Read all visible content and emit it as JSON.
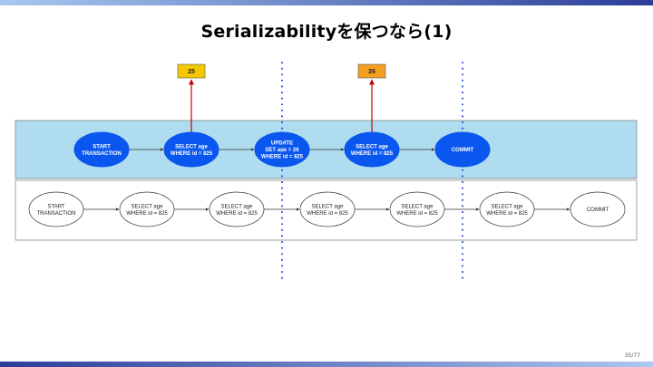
{
  "slide": {
    "title": "Serializabilityを保つなら(1)",
    "page_number": "35/77"
  },
  "colors": {
    "top_lane_fill": "#b0dcef",
    "blue_node": "#0a57f0",
    "value_box_left": "#f5c800",
    "value_box_right": "#f5a020",
    "red_arrow": "#c00000",
    "dotted_line": "#1f4fd6",
    "bar_gradient_start": "#2b3d99",
    "bar_gradient_end": "#aac8f0"
  },
  "top_lane": {
    "nodes": [
      {
        "lines": [
          "START",
          "TRANSACTION"
        ]
      },
      {
        "lines": [
          "SELECT age",
          "WHERE id = 825"
        ]
      },
      {
        "lines": [
          "UPDATE",
          "SET age = 26",
          "WHERE id = 825"
        ]
      },
      {
        "lines": [
          "SELECT age",
          "WHERE id = 825"
        ]
      },
      {
        "lines": [
          "COMMIT"
        ]
      }
    ],
    "values": [
      "25",
      "26"
    ]
  },
  "bottom_lane": {
    "nodes": [
      {
        "lines": [
          "START",
          "TRANSACTION"
        ]
      },
      {
        "lines": [
          "SELECT age",
          "WHERE id = 825"
        ]
      },
      {
        "lines": [
          "SELECT age",
          "WHERE id = 825"
        ]
      },
      {
        "lines": [
          "SELECT age",
          "WHERE id = 825"
        ]
      },
      {
        "lines": [
          "SELECT age",
          "WHERE id = 825"
        ]
      },
      {
        "lines": [
          "SELECT age",
          "WHERE id = 825"
        ]
      },
      {
        "lines": [
          "COMMIT"
        ]
      }
    ]
  }
}
